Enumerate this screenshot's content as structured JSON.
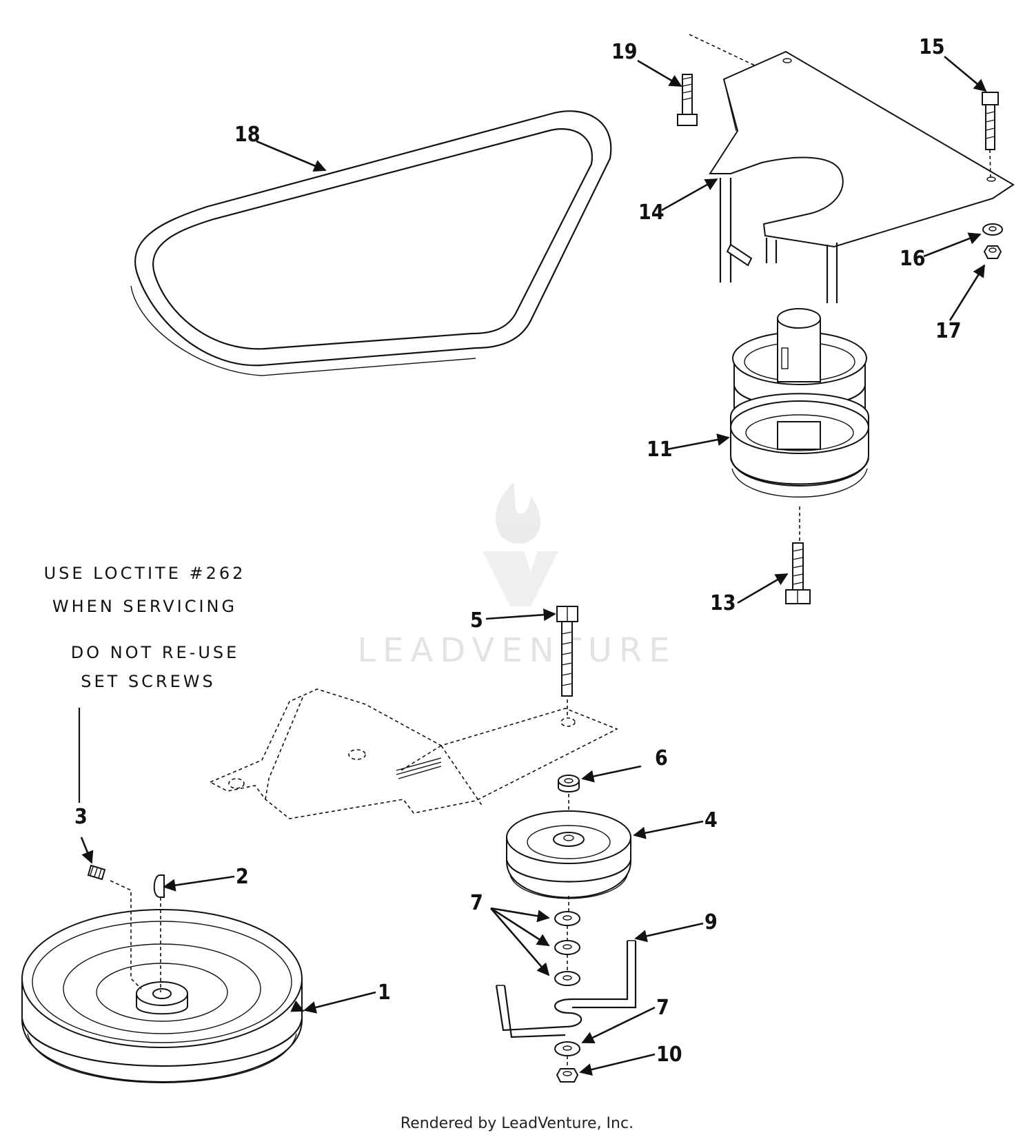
{
  "callouts": [
    {
      "id": "c1",
      "label": "1"
    },
    {
      "id": "c2",
      "label": "2"
    },
    {
      "id": "c3",
      "label": "3"
    },
    {
      "id": "c4",
      "label": "4"
    },
    {
      "id": "c5",
      "label": "5"
    },
    {
      "id": "c6",
      "label": "6"
    },
    {
      "id": "c7a",
      "label": "7"
    },
    {
      "id": "c7b",
      "label": "7"
    },
    {
      "id": "c9",
      "label": "9"
    },
    {
      "id": "c10",
      "label": "10"
    },
    {
      "id": "c11",
      "label": "11"
    },
    {
      "id": "c13",
      "label": "13"
    },
    {
      "id": "c14",
      "label": "14"
    },
    {
      "id": "c15",
      "label": "15"
    },
    {
      "id": "c16",
      "label": "16"
    },
    {
      "id": "c17",
      "label": "17"
    },
    {
      "id": "c18",
      "label": "18"
    },
    {
      "id": "c19",
      "label": "19"
    }
  ],
  "notes": {
    "loctite_line1": "USE LOCTITE #262",
    "loctite_line2": "WHEN SERVICING",
    "reuse_line1": "DO NOT RE-USE",
    "reuse_line2": "SET SCREWS"
  },
  "watermark": "LEADVENTURE",
  "footer": "Rendered by LeadVenture, Inc."
}
